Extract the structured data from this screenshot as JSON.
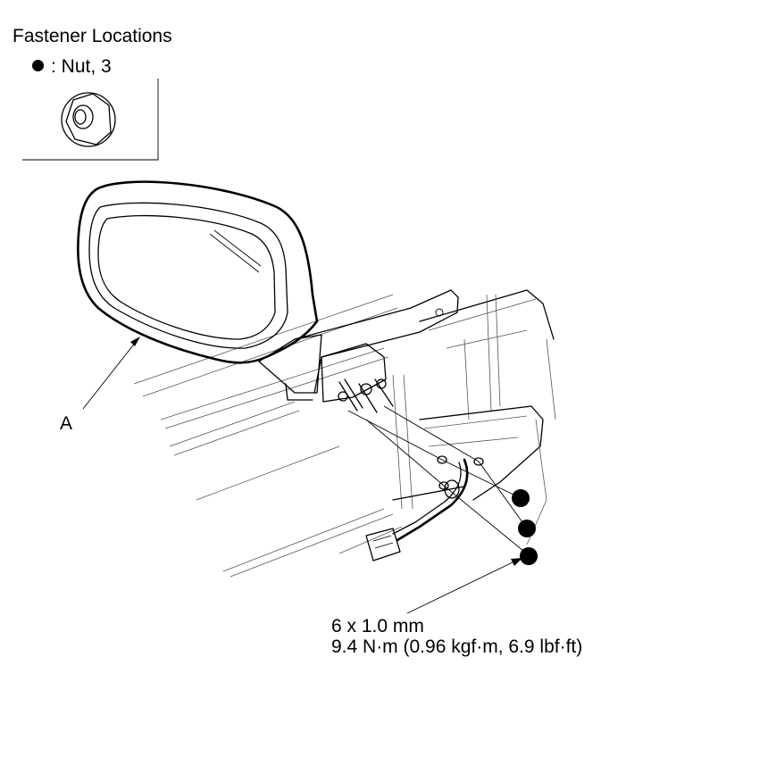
{
  "figure": {
    "title": "Fastener Locations",
    "legend": {
      "symbol": "filled-circle",
      "text": ": Nut, 3"
    },
    "callout_a": "A",
    "spec": {
      "size": "6 x 1.0 mm",
      "torque": "9.4 N·m (0.96 kgf·m, 6.9 lbf·ft)"
    },
    "nut_count": 3,
    "colors": {
      "ink": "#000000",
      "background": "#ffffff"
    }
  }
}
